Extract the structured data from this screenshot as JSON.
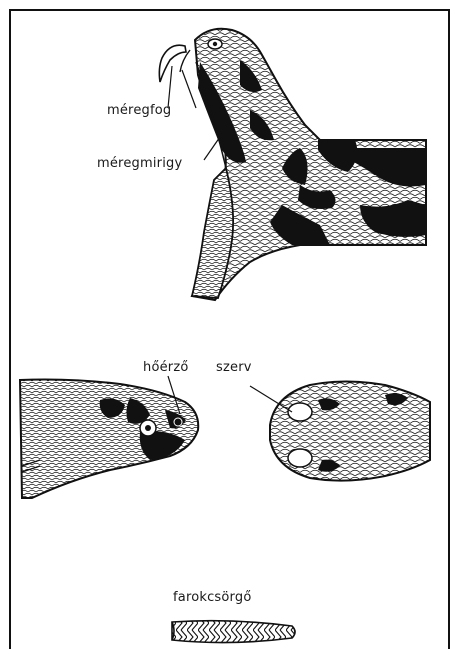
{
  "labels": {
    "fang": "méregfog",
    "gland": "méregmirigy",
    "pit_organ_part1": "hőérző",
    "pit_organ_part2": "szerv",
    "rattle": "farokcsörgő"
  },
  "colors": {
    "ink": "#111111",
    "paper": "#ffffff"
  }
}
